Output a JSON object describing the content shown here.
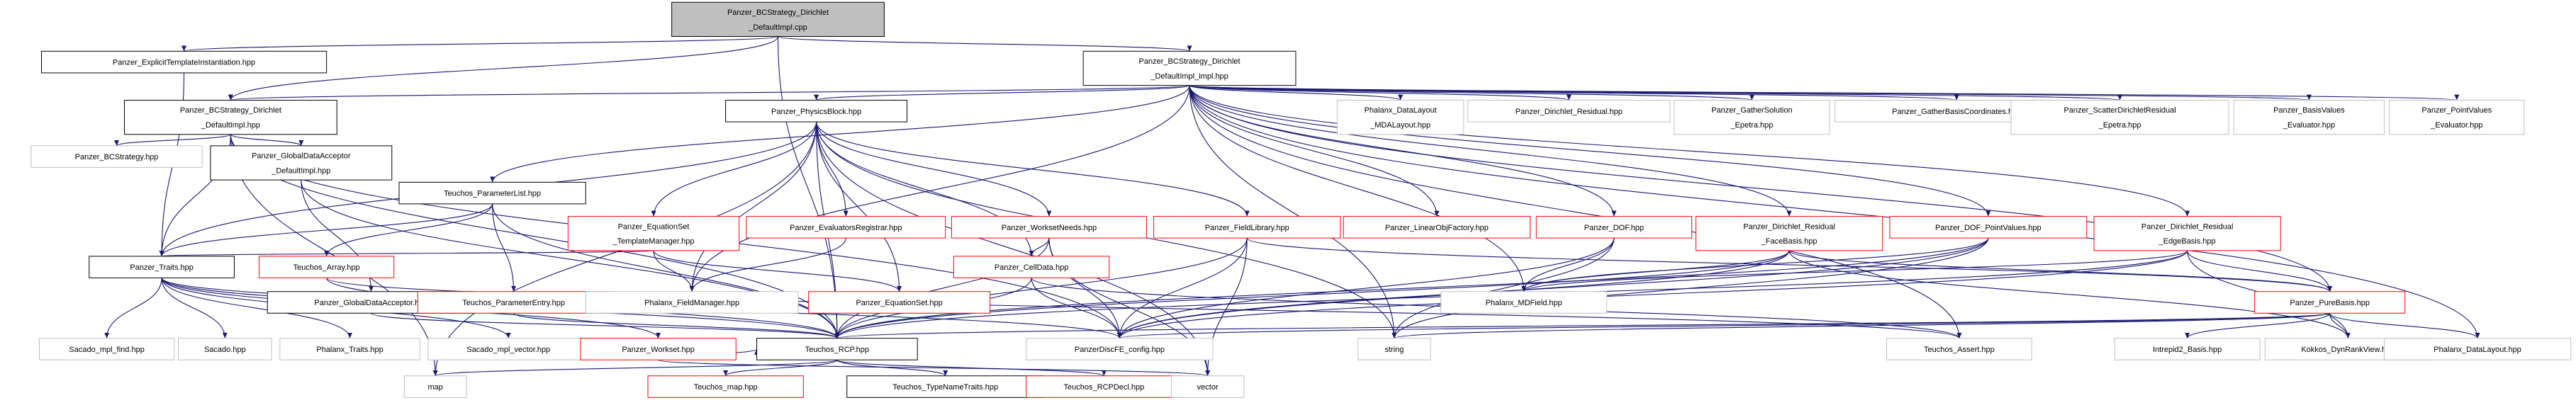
{
  "colors": {
    "edge": "#191970",
    "root_fill": "#bfbfbf",
    "root_stroke": "#000000",
    "doc_stroke": "#000000",
    "undoc_stroke": "#ff0000",
    "external_stroke": "#bfbfbf",
    "node_fill": "#ffffff"
  },
  "nodes": [
    {
      "id": "root",
      "kind": "root",
      "lines": [
        "Panzer_BCStrategy_Dirichlet",
        "_DefaultImpl.cpp"
      ]
    },
    {
      "id": "eti",
      "kind": "doc",
      "lines": [
        "Panzer_ExplicitTemplateInstantiation.hpp"
      ]
    },
    {
      "id": "bcsimpl",
      "kind": "doc",
      "lines": [
        "Panzer_BCStrategy_Dirichlet",
        "_DefaultImpl_impl.hpp"
      ]
    },
    {
      "id": "bcs",
      "kind": "doc",
      "lines": [
        "Panzer_BCStrategy_Dirichlet",
        "_DefaultImpl.hpp"
      ]
    },
    {
      "id": "physblock",
      "kind": "doc",
      "lines": [
        "Panzer_PhysicsBlock.hpp"
      ]
    },
    {
      "id": "dlmdalayout",
      "kind": "ext",
      "lines": [
        "Phalanx_DataLayout",
        "_MDALayout.hpp"
      ]
    },
    {
      "id": "dirres",
      "kind": "ext",
      "lines": [
        "Panzer_Dirichlet_Residual.hpp"
      ]
    },
    {
      "id": "gathersol",
      "kind": "ext",
      "lines": [
        "Panzer_GatherSolution",
        "_Epetra.hpp"
      ]
    },
    {
      "id": "gatherbasis",
      "kind": "ext",
      "lines": [
        "Panzer_GatherBasisCoordinates.hpp"
      ]
    },
    {
      "id": "scatterdir",
      "kind": "ext",
      "lines": [
        "Panzer_ScatterDirichletResidual",
        "_Epetra.hpp"
      ]
    },
    {
      "id": "basisvals",
      "kind": "ext",
      "lines": [
        "Panzer_BasisValues",
        "_Evaluator.hpp"
      ]
    },
    {
      "id": "pointvals",
      "kind": "ext",
      "lines": [
        "Panzer_PointValues",
        "_Evaluator.hpp"
      ]
    },
    {
      "id": "bcstrategy",
      "kind": "ext",
      "lines": [
        "Panzer_BCStrategy.hpp"
      ]
    },
    {
      "id": "gdaimpl",
      "kind": "doc",
      "lines": [
        "Panzer_GlobalDataAcceptor",
        "_DefaultImpl.hpp"
      ]
    },
    {
      "id": "plist",
      "kind": "doc",
      "lines": [
        "Teuchos_ParameterList.hpp"
      ]
    },
    {
      "id": "eqsetmgr",
      "kind": "undoc",
      "lines": [
        "Panzer_EquationSet",
        "_TemplateManager.hpp"
      ]
    },
    {
      "id": "evalreg",
      "kind": "undoc",
      "lines": [
        "Panzer_EvaluatorsRegistrar.hpp"
      ]
    },
    {
      "id": "wsneeds",
      "kind": "undoc",
      "lines": [
        "Panzer_WorksetNeeds.hpp"
      ]
    },
    {
      "id": "fieldlib",
      "kind": "undoc",
      "lines": [
        "Panzer_FieldLibrary.hpp"
      ]
    },
    {
      "id": "linobj",
      "kind": "undoc",
      "lines": [
        "Panzer_LinearObjFactory.hpp"
      ]
    },
    {
      "id": "dof",
      "kind": "undoc",
      "lines": [
        "Panzer_DOF.hpp"
      ]
    },
    {
      "id": "dirfacebasis",
      "kind": "undoc",
      "lines": [
        "Panzer_Dirichlet_Residual",
        "_FaceBasis.hpp"
      ]
    },
    {
      "id": "dofpv",
      "kind": "undoc",
      "lines": [
        "Panzer_DOF_PointValues.hpp"
      ]
    },
    {
      "id": "diredgebasis",
      "kind": "undoc",
      "lines": [
        "Panzer_Dirichlet_Residual",
        "_EdgeBasis.hpp"
      ]
    },
    {
      "id": "traits",
      "kind": "doc",
      "lines": [
        "Panzer_Traits.hpp"
      ]
    },
    {
      "id": "tarray",
      "kind": "undoc",
      "lines": [
        "Teuchos_Array.hpp"
      ]
    },
    {
      "id": "gda",
      "kind": "doc",
      "lines": [
        "Panzer_GlobalDataAcceptor.hpp"
      ]
    },
    {
      "id": "pentry",
      "kind": "undoc",
      "lines": [
        "Teuchos_ParameterEntry.hpp"
      ]
    },
    {
      "id": "fieldmgr",
      "kind": "ext",
      "lines": [
        "Phalanx_FieldManager.hpp"
      ]
    },
    {
      "id": "eqset",
      "kind": "undoc",
      "lines": [
        "Panzer_EquationSet.hpp"
      ]
    },
    {
      "id": "celldata",
      "kind": "undoc",
      "lines": [
        "Panzer_CellData.hpp"
      ]
    },
    {
      "id": "mdfield",
      "kind": "ext",
      "lines": [
        "Phalanx_MDField.hpp"
      ]
    },
    {
      "id": "purebasis",
      "kind": "undoc",
      "lines": [
        "Panzer_PureBasis.hpp"
      ]
    },
    {
      "id": "mplfind",
      "kind": "ext",
      "lines": [
        "Sacado_mpl_find.hpp"
      ]
    },
    {
      "id": "sacado",
      "kind": "ext",
      "lines": [
        "Sacado.hpp"
      ]
    },
    {
      "id": "phtraits",
      "kind": "ext",
      "lines": [
        "Phalanx_Traits.hpp"
      ]
    },
    {
      "id": "mplvector",
      "kind": "ext",
      "lines": [
        "Sacado_mpl_vector.hpp"
      ]
    },
    {
      "id": "workset",
      "kind": "undoc",
      "lines": [
        "Panzer_Workset.hpp"
      ]
    },
    {
      "id": "rcp",
      "kind": "doc",
      "lines": [
        "Teuchos_RCP.hpp"
      ]
    },
    {
      "id": "config",
      "kind": "ext",
      "lines": [
        "PanzerDiscFE_config.hpp"
      ]
    },
    {
      "id": "string",
      "kind": "ext",
      "lines": [
        "string"
      ]
    },
    {
      "id": "tassert",
      "kind": "ext",
      "lines": [
        "Teuchos_Assert.hpp"
      ]
    },
    {
      "id": "intrepid",
      "kind": "ext",
      "lines": [
        "Intrepid2_Basis.hpp"
      ]
    },
    {
      "id": "kokkos",
      "kind": "ext",
      "lines": [
        "Kokkos_DynRankView.hpp"
      ]
    },
    {
      "id": "phdatalayout",
      "kind": "ext",
      "lines": [
        "Phalanx_DataLayout.hpp"
      ]
    },
    {
      "id": "map",
      "kind": "ext",
      "lines": [
        "map"
      ]
    },
    {
      "id": "tmap",
      "kind": "undoc",
      "lines": [
        "Teuchos_map.hpp"
      ]
    },
    {
      "id": "typename",
      "kind": "doc",
      "lines": [
        "Teuchos_TypeNameTraits.hpp"
      ]
    },
    {
      "id": "rcpdecl",
      "kind": "undoc",
      "lines": [
        "Teuchos_RCPDecl.hpp"
      ]
    },
    {
      "id": "vector",
      "kind": "ext",
      "lines": [
        "vector"
      ]
    }
  ],
  "edges": [
    [
      "root",
      "eti"
    ],
    [
      "root",
      "bcsimpl"
    ],
    [
      "root",
      "bcs"
    ],
    [
      "root",
      "rcp"
    ],
    [
      "eti",
      "traits"
    ],
    [
      "bcsimpl",
      "bcs"
    ],
    [
      "bcsimpl",
      "physblock"
    ],
    [
      "bcsimpl",
      "dlmdalayout"
    ],
    [
      "bcsimpl",
      "dirres"
    ],
    [
      "bcsimpl",
      "gathersol"
    ],
    [
      "bcsimpl",
      "gatherbasis"
    ],
    [
      "bcsimpl",
      "scatterdir"
    ],
    [
      "bcsimpl",
      "basisvals"
    ],
    [
      "bcsimpl",
      "pointvals"
    ],
    [
      "bcsimpl",
      "plist"
    ],
    [
      "bcsimpl",
      "linobj"
    ],
    [
      "bcsimpl",
      "dof"
    ],
    [
      "bcsimpl",
      "dirfacebasis"
    ],
    [
      "bcsimpl",
      "dofpv"
    ],
    [
      "bcsimpl",
      "diredgebasis"
    ],
    [
      "bcsimpl",
      "fieldmgr"
    ],
    [
      "bcsimpl",
      "mdfield"
    ],
    [
      "bcsimpl",
      "purebasis"
    ],
    [
      "bcsimpl",
      "string"
    ],
    [
      "bcsimpl",
      "phdatalayout"
    ],
    [
      "bcsimpl",
      "tassert"
    ],
    [
      "bcs",
      "bcstrategy"
    ],
    [
      "bcs",
      "gdaimpl"
    ],
    [
      "bcs",
      "traits"
    ],
    [
      "bcs",
      "rcp"
    ],
    [
      "bcs",
      "config"
    ],
    [
      "bcs",
      "map"
    ],
    [
      "physblock",
      "traits"
    ],
    [
      "physblock",
      "eqsetmgr"
    ],
    [
      "physblock",
      "evalreg"
    ],
    [
      "physblock",
      "wsneeds"
    ],
    [
      "physblock",
      "fieldlib"
    ],
    [
      "physblock",
      "eqset"
    ],
    [
      "physblock",
      "celldata"
    ],
    [
      "physblock",
      "fieldmgr"
    ],
    [
      "physblock",
      "rcp"
    ],
    [
      "physblock",
      "string"
    ],
    [
      "physblock",
      "vector"
    ],
    [
      "physblock",
      "map"
    ],
    [
      "gdaimpl",
      "gda"
    ],
    [
      "gdaimpl",
      "rcp"
    ],
    [
      "plist",
      "tarray"
    ],
    [
      "plist",
      "pentry"
    ],
    [
      "plist",
      "traits"
    ],
    [
      "plist",
      "rcp"
    ],
    [
      "eqsetmgr",
      "eqset"
    ],
    [
      "eqsetmgr",
      "traits"
    ],
    [
      "eqsetmgr",
      "fieldmgr"
    ],
    [
      "evalreg",
      "fieldmgr"
    ],
    [
      "wsneeds",
      "celldata"
    ],
    [
      "wsneeds",
      "rcp"
    ],
    [
      "wsneeds",
      "vector"
    ],
    [
      "wsneeds",
      "config"
    ],
    [
      "fieldlib",
      "purebasis"
    ],
    [
      "fieldlib",
      "rcp"
    ],
    [
      "fieldlib",
      "config"
    ],
    [
      "fieldlib",
      "vector"
    ],
    [
      "dof",
      "mdfield"
    ],
    [
      "dof",
      "config"
    ],
    [
      "dof",
      "string"
    ],
    [
      "dirfacebasis",
      "mdfield"
    ],
    [
      "dirfacebasis",
      "purebasis"
    ],
    [
      "dirfacebasis",
      "config"
    ],
    [
      "dirfacebasis",
      "kokkos"
    ],
    [
      "dirfacebasis",
      "rcp"
    ],
    [
      "dofpv",
      "mdfield"
    ],
    [
      "dofpv",
      "config"
    ],
    [
      "dofpv",
      "string"
    ],
    [
      "dofpv",
      "rcp"
    ],
    [
      "diredgebasis",
      "mdfield"
    ],
    [
      "diredgebasis",
      "purebasis"
    ],
    [
      "diredgebasis",
      "config"
    ],
    [
      "diredgebasis",
      "kokkos"
    ],
    [
      "diredgebasis",
      "rcp"
    ],
    [
      "traits",
      "mplfind"
    ],
    [
      "traits",
      "sacado"
    ],
    [
      "traits",
      "phtraits"
    ],
    [
      "traits",
      "mplvector"
    ],
    [
      "traits",
      "workset"
    ],
    [
      "traits",
      "config"
    ],
    [
      "traits",
      "rcp"
    ],
    [
      "tarray",
      "rcp"
    ],
    [
      "tarray",
      "tassert"
    ],
    [
      "gda",
      "rcp"
    ],
    [
      "pentry",
      "rcp"
    ],
    [
      "celldata",
      "rcp"
    ],
    [
      "celldata",
      "config"
    ],
    [
      "celldata",
      "tassert"
    ],
    [
      "purebasis",
      "rcp"
    ],
    [
      "purebasis",
      "string"
    ],
    [
      "purebasis",
      "intrepid"
    ],
    [
      "purebasis",
      "kokkos"
    ],
    [
      "purebasis",
      "phdatalayout"
    ],
    [
      "purebasis",
      "config"
    ],
    [
      "workset",
      "vector"
    ],
    [
      "workset",
      "rcp"
    ],
    [
      "rcp",
      "tmap"
    ],
    [
      "rcp",
      "typename"
    ],
    [
      "rcp",
      "rcpdecl"
    ],
    [
      "rcp",
      "map"
    ]
  ]
}
